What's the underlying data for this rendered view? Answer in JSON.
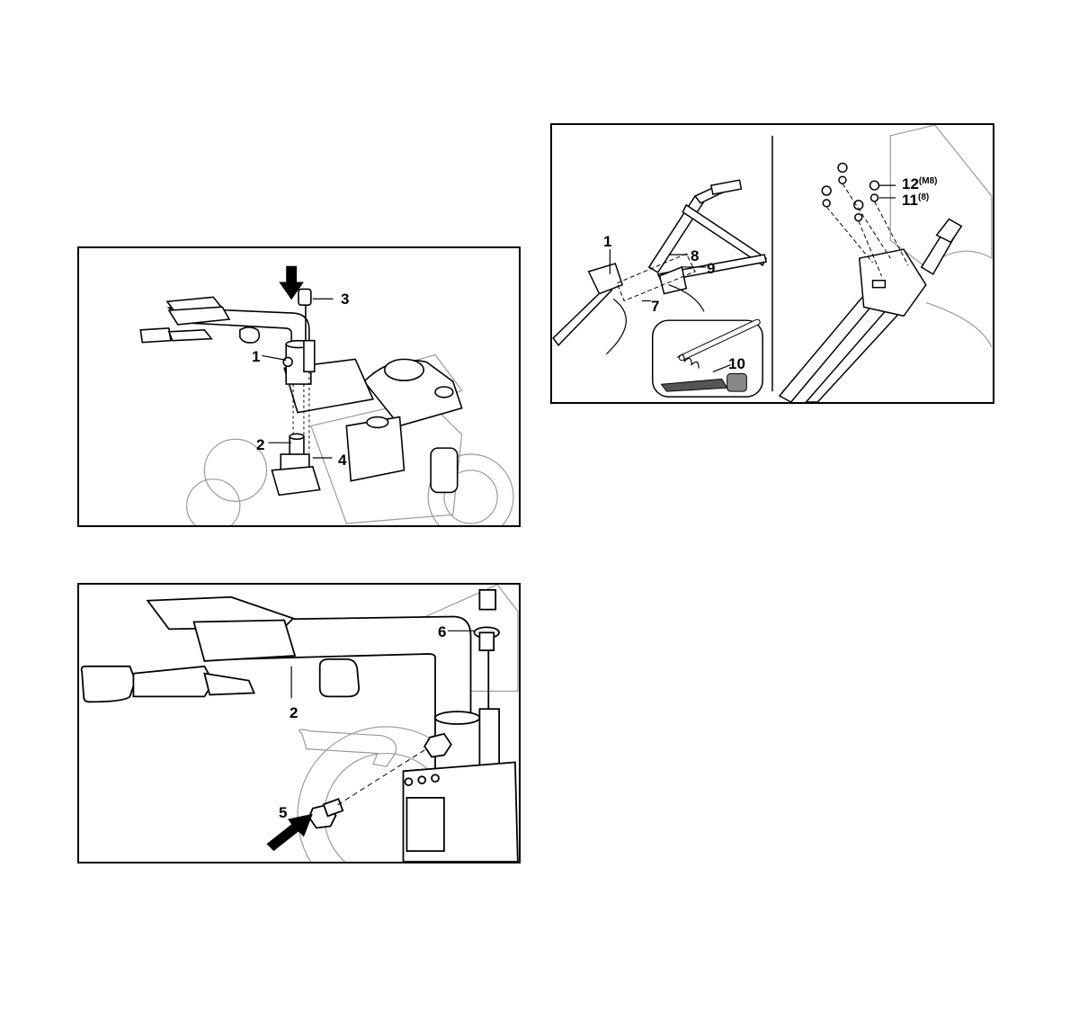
{
  "figures": [
    {
      "id": "fig-top-left",
      "callouts": [
        "1",
        "2",
        "3",
        "4"
      ]
    },
    {
      "id": "fig-bottom-left",
      "callouts": [
        "2",
        "5",
        "6"
      ]
    },
    {
      "id": "fig-right",
      "callouts": [
        "1",
        "7",
        "8",
        "9",
        "10",
        "11",
        "(8)",
        "12",
        "(M8)"
      ]
    }
  ]
}
